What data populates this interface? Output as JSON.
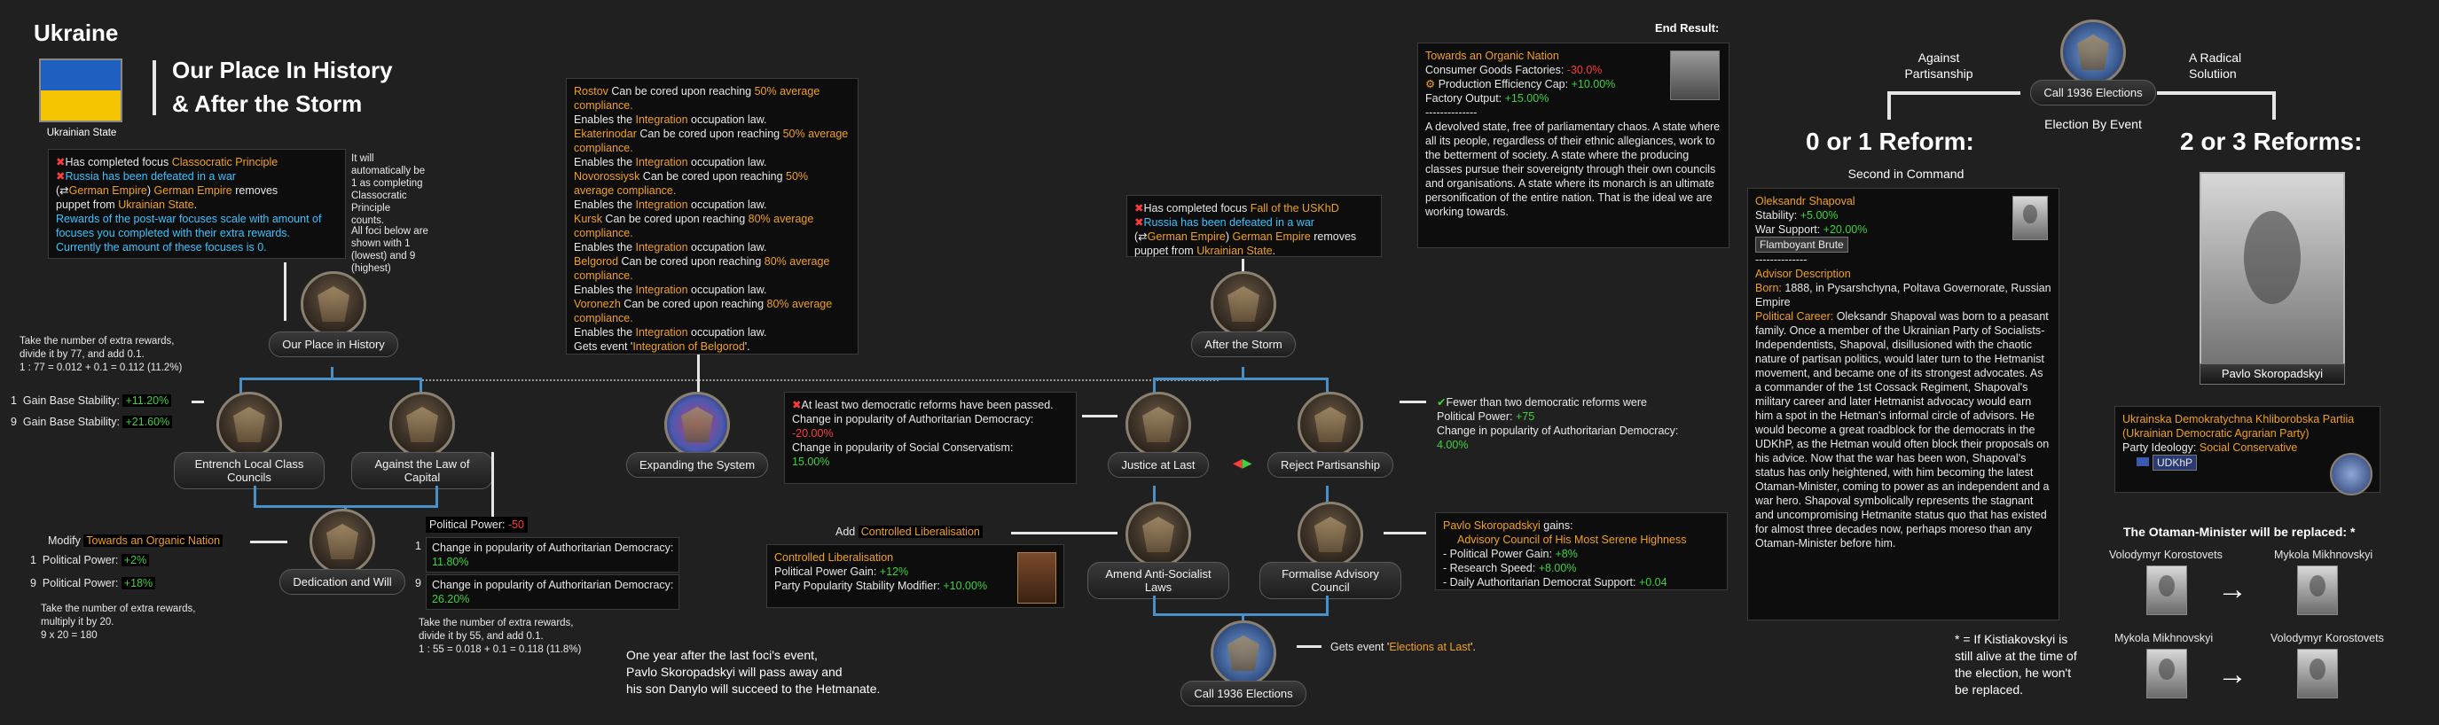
{
  "header": {
    "country": "Ukraine",
    "flag_caption": "Ukrainian State",
    "title_line1": "Our Place In History",
    "title_line2": "& After the Storm",
    "flag_colors": {
      "top": "#1f5fbf",
      "bottom": "#f5c400"
    }
  },
  "tree_left": {
    "tip_top": {
      "l1_prefix": "Has completed focus ",
      "l1_focus": "Classocratic Principle",
      "l2": "Russia has been defeated in a war",
      "l3_pre": "(",
      "l3_arrow": "⇄",
      "l3_a": "German Empire",
      "l3_mid": ") ",
      "l3_b": "German Empire",
      "l3_post": " removes",
      "l4_pre": "puppet from ",
      "l4_state": "Ukrainian State",
      "l4_post": ".",
      "l5": "Rewards of the post-war focuses scale with amount of focuses you completed with their extra rewards. Currently the amount of these focuses is 0."
    },
    "side_note": "It will automatically be 1 as completing Classocratic Principle counts.",
    "side_note2": "All foci below are shown with 1 (lowest) and 9 (highest)",
    "node_our_place": "Our Place in History",
    "calc1_l1": "Take the number of extra rewards,",
    "calc1_l2": "divide it by 77, and add 0.1.",
    "calc1_l3": "1 : 77 = 0.012 + 0.1 = 0.112 (11.2%)",
    "stab_1_num": "1",
    "stab_1_text": "Gain Base Stability: ",
    "stab_1_val": "+11.20%",
    "stab_9_num": "9",
    "stab_9_text": "Gain Base Stability: ",
    "stab_9_val": "+21.60%",
    "node_entrench": "Entrench Local Class Councils",
    "node_law": "Against the Law of Capital",
    "node_dedication": "Dedication and Will",
    "modify_pre": "Modify ",
    "modify_link": "Towards an Organic Nation",
    "pp1_num": "1",
    "pp1_text": "Political Power: ",
    "pp1_val": "+2%",
    "pp9_num": "9",
    "pp9_text": "Political Power: ",
    "pp9_val": "+18%",
    "calc2_l1": "Take the number of extra rewards,",
    "calc2_l2": "multiply it by 20.",
    "calc2_l3": "9 x 20 = 180",
    "law_pp_text": "Political Power: ",
    "law_pp_val": "-50",
    "law_1_num": "1",
    "law_1_text": "Change in popularity of Authoritarian Democracy:",
    "law_1_val": "11.80%",
    "law_9_num": "9",
    "law_9_text": "Change in popularity of Authoritarian Democracy:",
    "law_9_val": "26.20%",
    "calc3_l1": "Take the number of extra rewards,",
    "calc3_l2": "divide it by 55, and add 0.1.",
    "calc3_l3": "1 : 55 = 0.018 + 0.1 = 0.118 (11.8%)"
  },
  "core_tip": {
    "rows": [
      {
        "city": "Rostov",
        "text": " Can be cored upon reaching ",
        "pct": "50% average compliance."
      },
      {
        "city": "Ekaterinodar",
        "text": " Can be cored upon reaching ",
        "pct": "50% average compliance."
      },
      {
        "city": "Novorossiysk",
        "text": " Can be cored upon reaching ",
        "pct": "50% average compliance."
      },
      {
        "city": "Kursk",
        "text": " Can be cored upon reaching ",
        "pct": "80% average compliance."
      },
      {
        "city": "Belgorod",
        "text": " Can be cored upon reaching ",
        "pct": "80% average compliance."
      },
      {
        "city": "Voronezh",
        "text": " Can be cored upon reaching ",
        "pct": "80% average compliance."
      }
    ],
    "enables_pre": "Enables the ",
    "enables_law": "Integration",
    "enables_post": " occupation law.",
    "event_pre": "Gets event '",
    "event_name": "Integration of Belgorod",
    "event_post": "'."
  },
  "tree_mid": {
    "node_expanding": "Expanding the System",
    "node_after": "After the Storm",
    "tip_after": {
      "l1_prefix": "Has completed focus ",
      "l1_focus": "Fall of the USKhD",
      "l2": "Russia has been defeated in a war",
      "l3_pre": "(",
      "l3_arrow": "⇄",
      "l3_a": "German Empire",
      "l3_mid": ") ",
      "l3_b": "German Empire",
      "l3_post": " removes",
      "l4_pre": "puppet from ",
      "l4_state": "Ukrainian State",
      "l4_post": "."
    },
    "tip_justice": {
      "l1": "At least two democratic reforms have been passed.",
      "l2": "Change in popularity of Authoritarian Democracy:",
      "l2_val": "-20.00%",
      "l3": "Change in popularity of Social Conservatism:",
      "l3_val": "15.00%"
    },
    "node_justice": "Justice at Last",
    "node_reject": "Reject Partisanship",
    "tip_reject": {
      "l1": "Fewer than two democratic reforms were",
      "l2_text": "Political Power: ",
      "l2_val": "+75",
      "l3": "Change in popularity of Authoritarian Democracy:",
      "l3_val": "4.00%"
    },
    "add_pre": "Add ",
    "add_link": "Controlled Liberalisation",
    "tip_controlled": {
      "title": "Controlled Liberalisation",
      "l1_text": "Political Power Gain: ",
      "l1_val": "+12%",
      "l2_text": "Party Popularity Stability Modifier: ",
      "l2_val": "+10.00%"
    },
    "node_amend": "Amend Anti-Socialist Laws",
    "node_formalise": "Formalise Advisory Council",
    "tip_formalise": {
      "who": "Pavlo Skoropadskyi",
      "gains": " gains:",
      "trait": "Advisory Council of His Most Serene Highness",
      "l1_text": "- Political Power Gain: ",
      "l1_val": "+8%",
      "l2_text": "- Research Speed: ",
      "l2_val": "+8.00%",
      "l3_text": "- Daily Authoritarian Democrat Support: ",
      "l3_val": "+0.04"
    },
    "node_call": "Call 1936 Elections",
    "gets_pre": "Gets event '",
    "gets_event": "Elections at Last",
    "gets_post": "'.",
    "footnote_l1": "One year after the last foci's event,",
    "footnote_l2": "Pavlo Skoropadskyi will pass away and",
    "footnote_l3": "his son Danylo will succeed to the  Hetmanate."
  },
  "end_result": {
    "heading": "End Result:",
    "title": "Towards an Organic Nation",
    "l1_text": "Consumer Goods Factories: ",
    "l1_val": "-30.0%",
    "l2_text": "Production Efficiency Cap: ",
    "l2_val": "+10.00%",
    "l3_text": "Factory Output: ",
    "l3_val": "+15.00%",
    "sep": "--------------",
    "desc": "A devolved state, free of parliamentary chaos. A state where all its people, regardless of their ethnic allegiances, work to the betterment of society. A state where the producing classes pursue their sovereignty through their own councils and organisations. A state where its monarch is an ultimate personification of the entire nation. That is the ideal we are working towards."
  },
  "election": {
    "node_call": "Call 1936 Elections",
    "against": "Against Partisanship",
    "radical": "A Radical Solutiion",
    "by_event": "Election By Event",
    "zero_one": "0 or 1 Reform:",
    "two_three": "2 or 3 Reforms:",
    "second": "Second in Command"
  },
  "advisor": {
    "name": "Oleksandr Shapoval",
    "stab_text": "Stability: ",
    "stab_val": "+5.00%",
    "war_text": "War Support: ",
    "war_val": "+20.00%",
    "trait": "Flamboyant Brute",
    "sep": "--------------",
    "desc_title": "Advisor Description",
    "born_label": "Born:",
    "born": " 1888, in Pysarshchyna, Poltava Governorate, Russian Empire",
    "career_label": "Political Career:",
    "career": " Oleksandr Shapoval was born to a peasant family. Once a member of the Ukrainian Party of Socialists-Independentists, Shapoval, disillusioned with the chaotic nature of partisan politics, would later turn to the Hetmanist movement, and became one of its strongest advocates. As a commander of the 1st Cossack Regiment, Shapoval's military career and later Hetmanist advocacy would earn him a spot in the Hetman's informal circle of advisors. He would become a great roadblock for the democrats in the UDKhP, as the Hetman would often block their proposals on his advice. Now that the war has been won, Shapoval's status has only heightened, with him becoming the latest Otaman-Minister, coming to power as an independent and a war hero. Shapoval symbolically represents the stagnant and uncompromising Hetmanite status quo that has existed for almost three decades now, perhaps moreso than any Otaman-Minister before him."
  },
  "leader": {
    "name": "Pavlo Skoropadskyi",
    "party_l1": "Ukrainska Demokratychna Khliborobska Partiia",
    "party_l2": "(Ukrainian Democratic Agrarian Party)",
    "ideology_text": "Party Ideology: ",
    "ideology_val": "Social Conservative",
    "party_tag": "UDKhP"
  },
  "otaman": {
    "heading": "The Otaman-Minister will be replaced: *",
    "a_from": "Volodymyr Korostovets",
    "a_to": "Mykola Mikhnovskyi",
    "b_from": "Mykola Mikhnovskyi",
    "b_to": "Volodymyr Korostovets",
    "arrow": "→",
    "footnote": "* = If Kistiakovskyi is still alive at the time of the election, he won't be replaced."
  },
  "icons": {
    "x_icon": "✖",
    "check_icon": "✔",
    "gear_icon": "⚙"
  }
}
